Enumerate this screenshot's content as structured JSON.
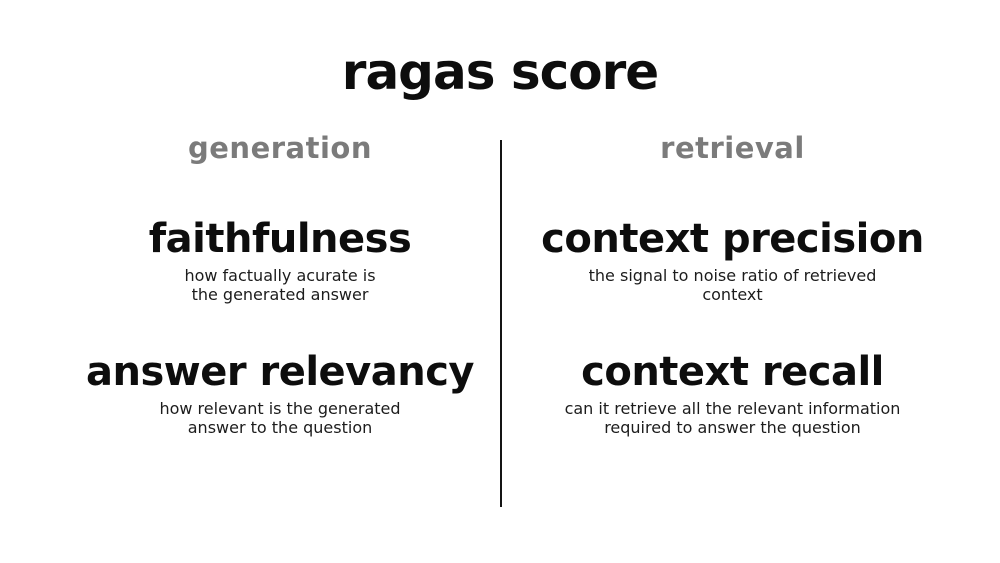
{
  "title": "ragas score",
  "columns": [
    {
      "heading": "generation",
      "metrics": [
        {
          "name": "faithfulness",
          "desc_lines": [
            "how factually acurate is",
            "the generated answer"
          ]
        },
        {
          "name": "answer relevancy",
          "desc_lines": [
            "how relevant is the generated",
            "answer to the question"
          ]
        }
      ]
    },
    {
      "heading": "retrieval",
      "metrics": [
        {
          "name": "context precision",
          "desc_lines": [
            "the signal to noise ratio of retrieved",
            "context"
          ]
        },
        {
          "name": "context recall",
          "desc_lines": [
            "can it retrieve all the relevant information",
            "required to answer the question"
          ]
        }
      ]
    }
  ],
  "colors": {
    "background": "#ffffff",
    "title_text": "#0d0d0d",
    "column_heading_text": "#7b7b7b",
    "metric_name_text": "#0d0d0d",
    "description_text": "#1c1c1c",
    "divider": "#141414"
  }
}
